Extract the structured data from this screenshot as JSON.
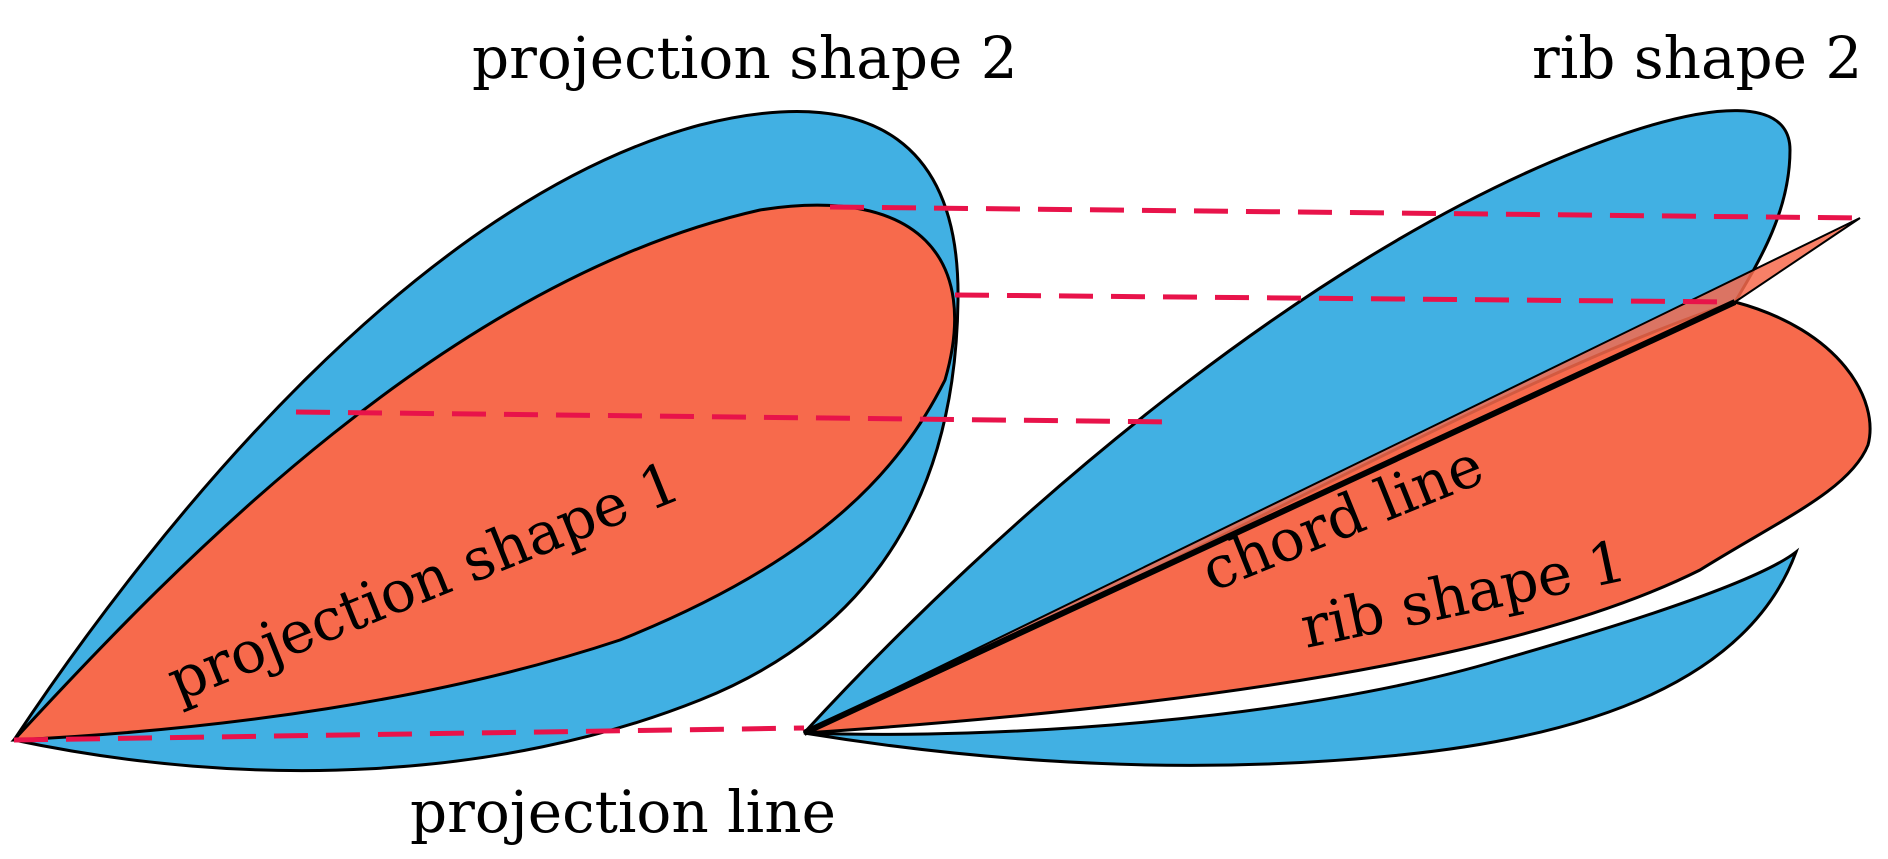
{
  "labels": {
    "projection_shape_2": "projection shape 2",
    "rib_shape_2": "rib shape 2",
    "projection_shape_1": "projection shape 1",
    "chord_line": "chord line",
    "rib_shape_1": "rib shape 1",
    "projection_line": "projection line"
  },
  "colors": {
    "shape_2_fill": "#41b0e3",
    "shape_1_fill": "#f76a4c",
    "projection_dash": "#e8134a",
    "outline": "#000000",
    "background": "#ffffff"
  }
}
